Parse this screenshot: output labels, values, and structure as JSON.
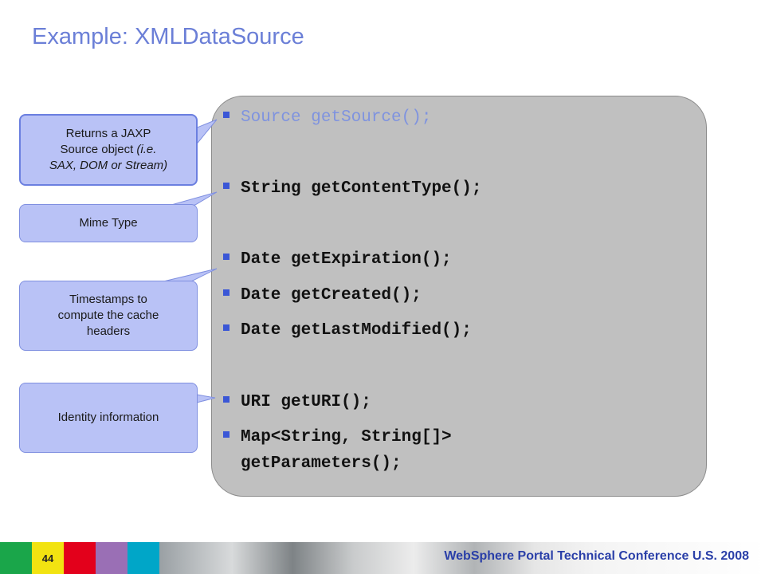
{
  "slide": {
    "title": "Example: XMLDataSource"
  },
  "code_lines": [
    {
      "text": "Source getSource();",
      "highlighted": true
    },
    {
      "text": "String getContentType();"
    },
    {
      "text": "Date getExpiration();"
    },
    {
      "text": "Date getCreated();"
    },
    {
      "text": "Date getLastModified();"
    },
    {
      "text": "URI getURI();"
    },
    {
      "text": "Map<String, String[]>",
      "continuation": "getParameters();"
    }
  ],
  "callouts": {
    "source": {
      "line1": "Returns a JAXP",
      "line2_prefix": "Source object ",
      "line2_italic": "(i.e.",
      "line3": "SAX, DOM or Stream)"
    },
    "mime": "Mime Type",
    "timestamps": {
      "line1": "Timestamps to",
      "line2": "compute the cache",
      "line3": "headers"
    },
    "identity": "Identity information"
  },
  "footer": {
    "page_number": "44",
    "conference": "WebSphere Portal Technical Conference U.S. 2008",
    "colors": [
      "#1aa64a",
      "#f2e311",
      "#e3001b",
      "#9a6fb5",
      "#00a6c8"
    ]
  }
}
